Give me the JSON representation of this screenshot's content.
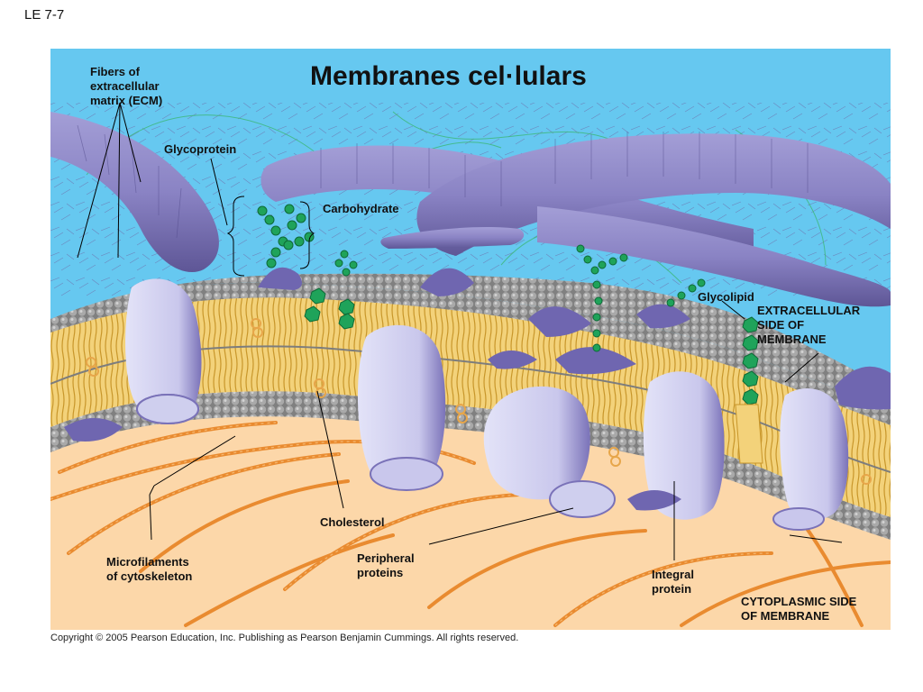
{
  "slide_label": "LE 7-7",
  "title": "Membranes cel·lulars",
  "copyright": "Copyright © 2005 Pearson Education, Inc. Publishing as Pearson Benjamin Cummings. All rights reserved.",
  "labels": {
    "ecm_line1": "Fibers of",
    "ecm_line2": "extracellular",
    "ecm_line3": "matrix (ECM)",
    "glycoprotein": "Glycoprotein",
    "carbohydrate": "Carbohydrate",
    "glycolipid": "Glycolipid",
    "extracellular_line1": "EXTRACELLULAR",
    "extracellular_line2": "SIDE OF",
    "extracellular_line3": "MEMBRANE",
    "cholesterol": "Cholesterol",
    "microfilaments_line1": "Microfilaments",
    "microfilaments_line2": "of cytoskeleton",
    "peripheral_line1": "Peripheral",
    "peripheral_line2": "proteins",
    "integral_line1": "Integral",
    "integral_line2": "protein",
    "cytoplasmic_line1": "CYTOPLASMIC SIDE",
    "cytoplasmic_line2": "OF MEMBRANE"
  },
  "colors": {
    "extracellular_bg": "#66c8f0",
    "cytoplasm_bg": "#fcd7a9",
    "phospholipid_head": "#9a9a9a",
    "lipid_tail": "#f0c04a",
    "protein_light": "#cfcfee",
    "protein_dark": "#7a72b8",
    "ecm_fiber": "#8f88c8",
    "carbohydrate": "#1fa35a",
    "microfilament": "#e88a2a"
  }
}
